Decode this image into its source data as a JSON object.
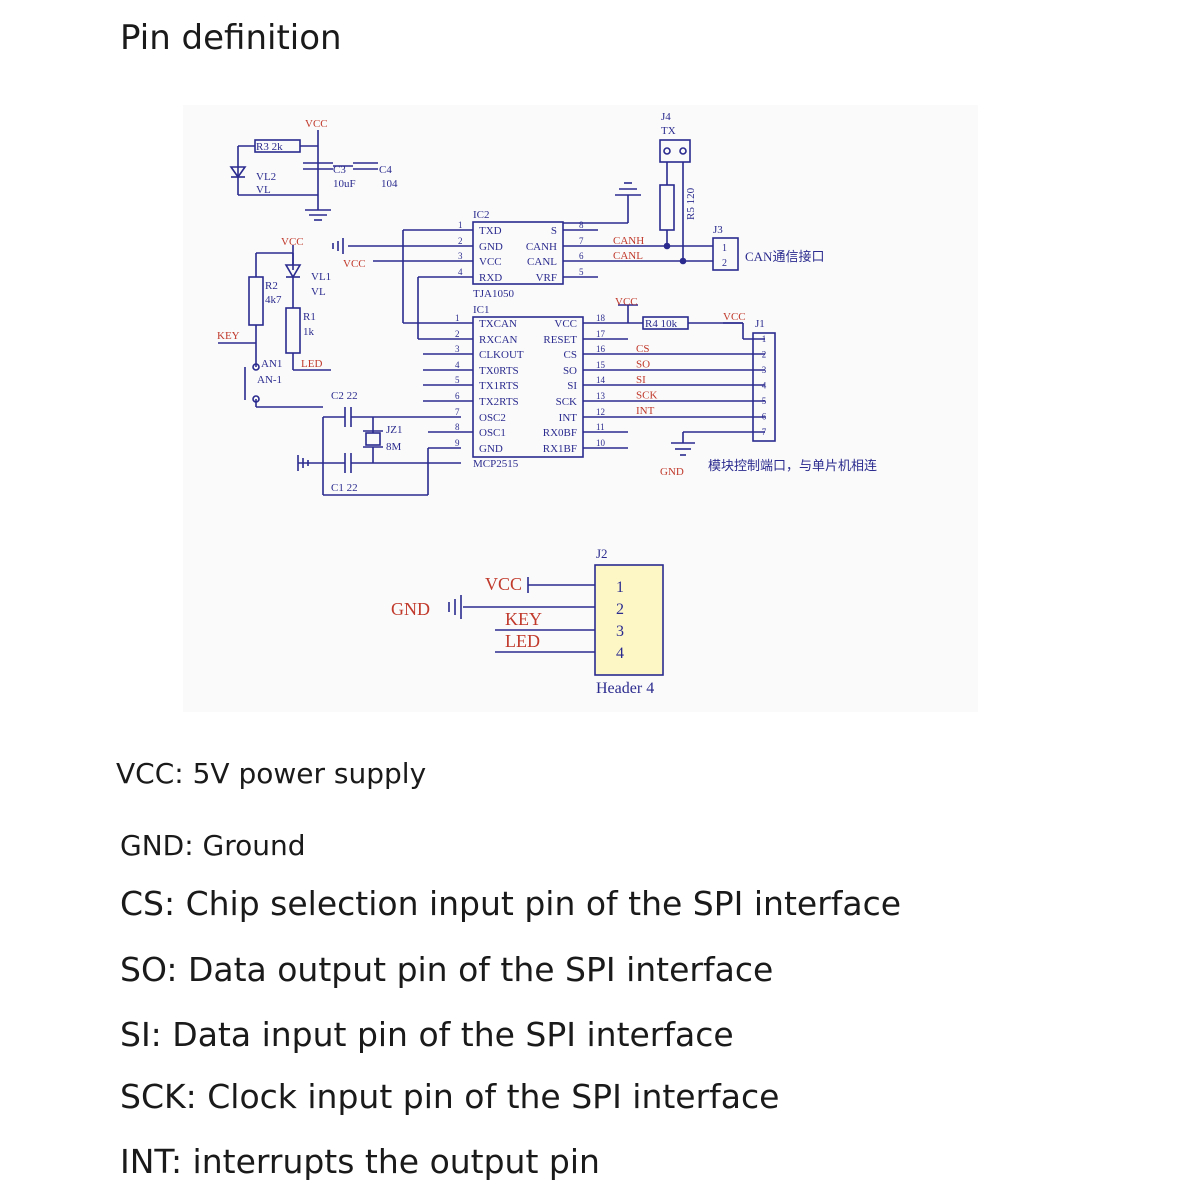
{
  "heading": "Pin definition",
  "schematic": {
    "vcc": "VCC",
    "gnd": "GND",
    "r3": "R3 2k",
    "r2": "R2",
    "r2_val": "4k7",
    "r1": "R1",
    "r1_val": "1k",
    "r4": "R4 10k",
    "r5": "R5 120",
    "c3": "C3",
    "c3_val": "10uF",
    "c4": "C4",
    "c4_val": "104",
    "c1": "C1 22",
    "c2": "C2 22",
    "vl2": "VL2",
    "vl2_sub": "VL",
    "vl1": "VL1",
    "vl1_sub": "VL",
    "key": "KEY",
    "led": "LED",
    "an1": "AN1",
    "an1_sub": "AN-1",
    "jz1": "JZ1",
    "jz1_val": "8M",
    "ic2": "IC2",
    "ic2_part": "TJA1050",
    "ic2_left": [
      "TXD",
      "GND",
      "VCC",
      "RXD"
    ],
    "ic2_right": [
      "S",
      "CANH",
      "CANL",
      "VRF"
    ],
    "ic2_pins_left": [
      "1",
      "2",
      "3",
      "4"
    ],
    "ic2_pins_right": [
      "8",
      "7",
      "6",
      "5"
    ],
    "ic1": "IC1",
    "ic1_part": "MCP2515",
    "ic1_left": [
      "TXCAN",
      "RXCAN",
      "CLKOUT",
      "TX0RTS",
      "TX1RTS",
      "TX2RTS",
      "OSC2",
      "OSC1",
      "GND"
    ],
    "ic1_right": [
      "VCC",
      "RESET",
      "CS",
      "SO",
      "SI",
      "SCK",
      "INT",
      "RX0BF",
      "RX1BF"
    ],
    "ic1_pins_left": [
      "1",
      "2",
      "3",
      "4",
      "5",
      "6",
      "7",
      "8",
      "9"
    ],
    "ic1_pins_right": [
      "18",
      "17",
      "16",
      "15",
      "14",
      "13",
      "12",
      "11",
      "10"
    ],
    "j4": "J4",
    "j4_sub": "TX",
    "j3": "J3",
    "j3_pins": [
      "1",
      "2"
    ],
    "canh": "CANH",
    "canl": "CANL",
    "can_port": "CAN通信接口",
    "j1": "J1",
    "j1_pins": [
      "1",
      "2",
      "3",
      "4",
      "5",
      "6",
      "7"
    ],
    "j1_signals": [
      "CS",
      "SO",
      "SI",
      "SCK",
      "INT"
    ],
    "ctrl_port": "模块控制端口，与单片机相连",
    "j2": "J2",
    "j2_pins": [
      "1",
      "2",
      "3",
      "4"
    ],
    "j2_signals": [
      "KEY",
      "LED"
    ],
    "header": "Header 4"
  },
  "pins": [
    "VCC: 5V power supply",
    "GND: Ground",
    "CS: Chip selection input pin of the SPI interface",
    "SO: Data output pin of the SPI interface",
    "SI: Data input pin of the SPI interface",
    "SCK: Clock input pin of the SPI interface",
    "INT: interrupts the output pin"
  ],
  "colors": {
    "ink": "#2b2b8f",
    "label": "#c0392b",
    "header_fill": "#fdf7c6"
  }
}
